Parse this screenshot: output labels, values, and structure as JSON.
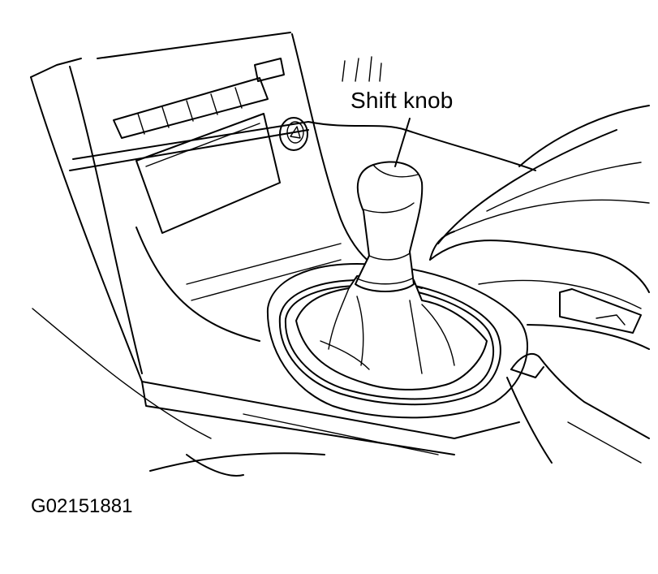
{
  "diagram": {
    "callout_label": "Shift knob",
    "figure_id": "G02151881",
    "line_color": "#000000",
    "background": "#ffffff",
    "components": [
      "center-console",
      "radio-display",
      "hazard-button",
      "shift-knob",
      "shift-boot",
      "shift-bezel",
      "parking-brake-lever",
      "seat",
      "door-panel"
    ]
  }
}
